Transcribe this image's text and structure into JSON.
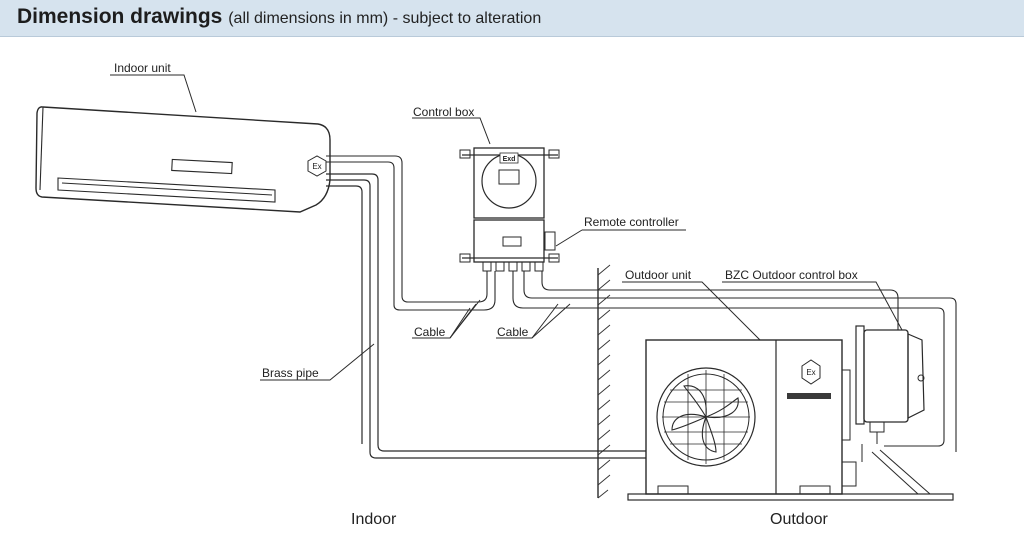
{
  "header": {
    "title": "Dimension drawings",
    "subtitle": "(all dimensions in mm) - subject to alteration"
  },
  "labels": {
    "indoor_unit": "Indoor unit",
    "control_box": "Control box",
    "remote_controller": "Remote controller",
    "outdoor_unit": "Outdoor unit",
    "bzc_outdoor_control_box": "BZC Outdoor control box",
    "cable_left": "Cable",
    "cable_right": "Cable",
    "brass_pipe": "Brass pipe",
    "indoor": "Indoor",
    "outdoor": "Outdoor"
  },
  "marks": {
    "ex_symbol": "Ex",
    "exd_plate": "Exd"
  },
  "colors": {
    "header_bg": "#d6e3ee",
    "line": "#2a2a2a"
  }
}
